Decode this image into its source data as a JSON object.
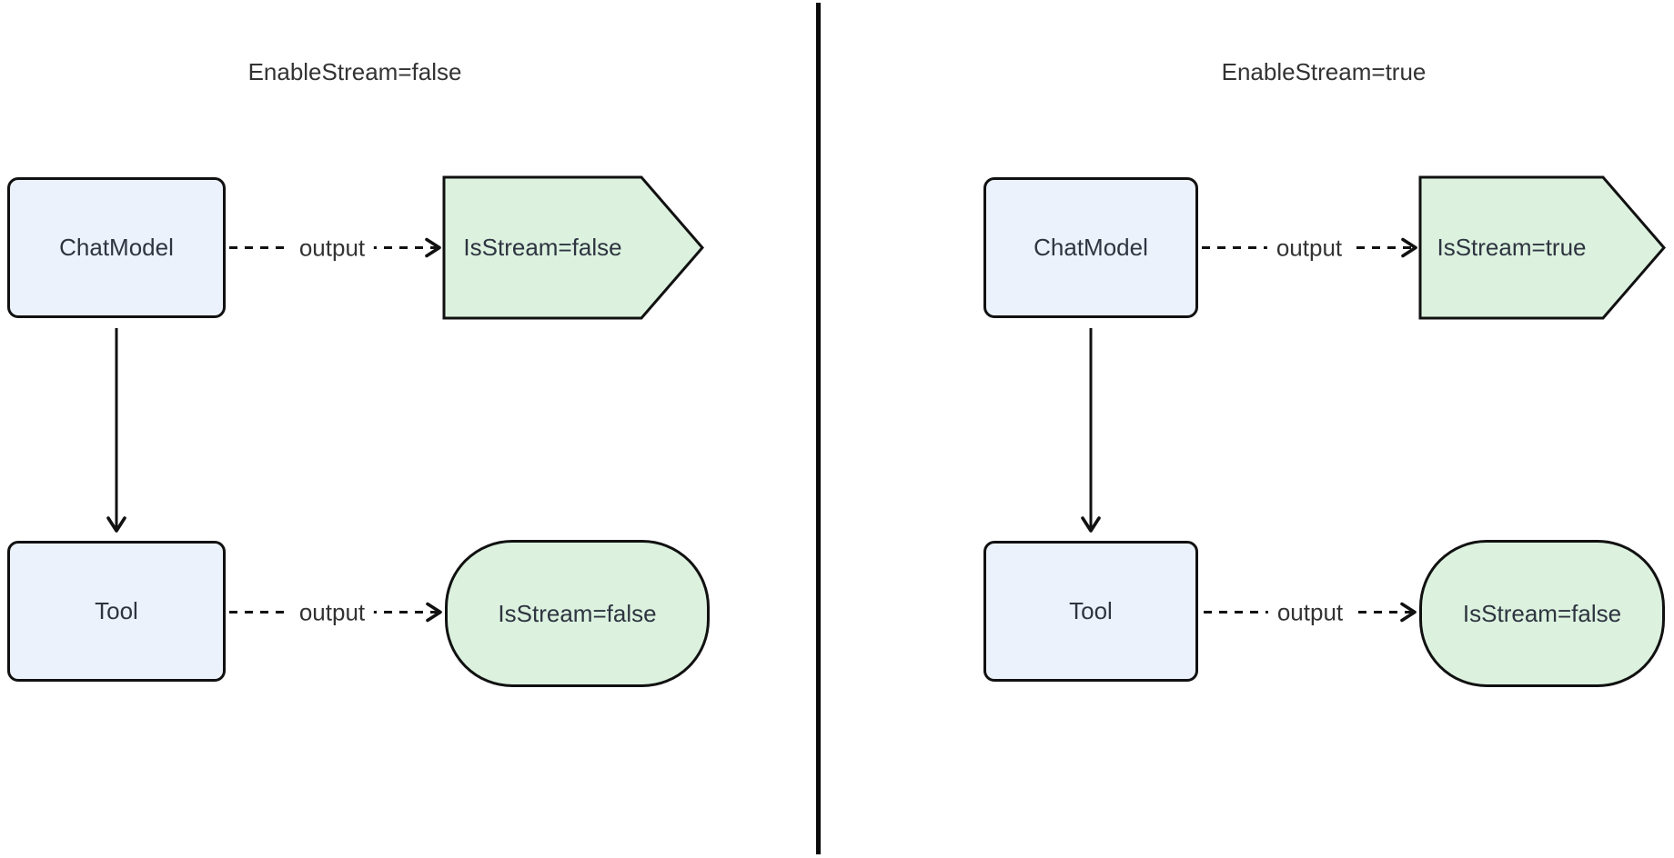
{
  "colors": {
    "background": "#ffffff",
    "process_fill": "#ECF2FB",
    "result_fill": "#DCF2DF",
    "shape_border": "#111111",
    "text": "#2e3440",
    "divider": "#0a0a0a"
  },
  "panels": [
    {
      "title": "EnableStream=false",
      "chatmodel_label": "ChatModel",
      "tool_label": "Tool",
      "chatmodel_edge_label": "output",
      "tool_edge_label": "output",
      "chatmodel_result": "IsStream=false",
      "tool_result": "IsStream=false"
    },
    {
      "title": "EnableStream=true",
      "chatmodel_label": "ChatModel",
      "tool_label": "Tool",
      "chatmodel_edge_label": "output",
      "tool_edge_label": "output",
      "chatmodel_result": "IsStream=true",
      "tool_result": "IsStream=false"
    }
  ]
}
